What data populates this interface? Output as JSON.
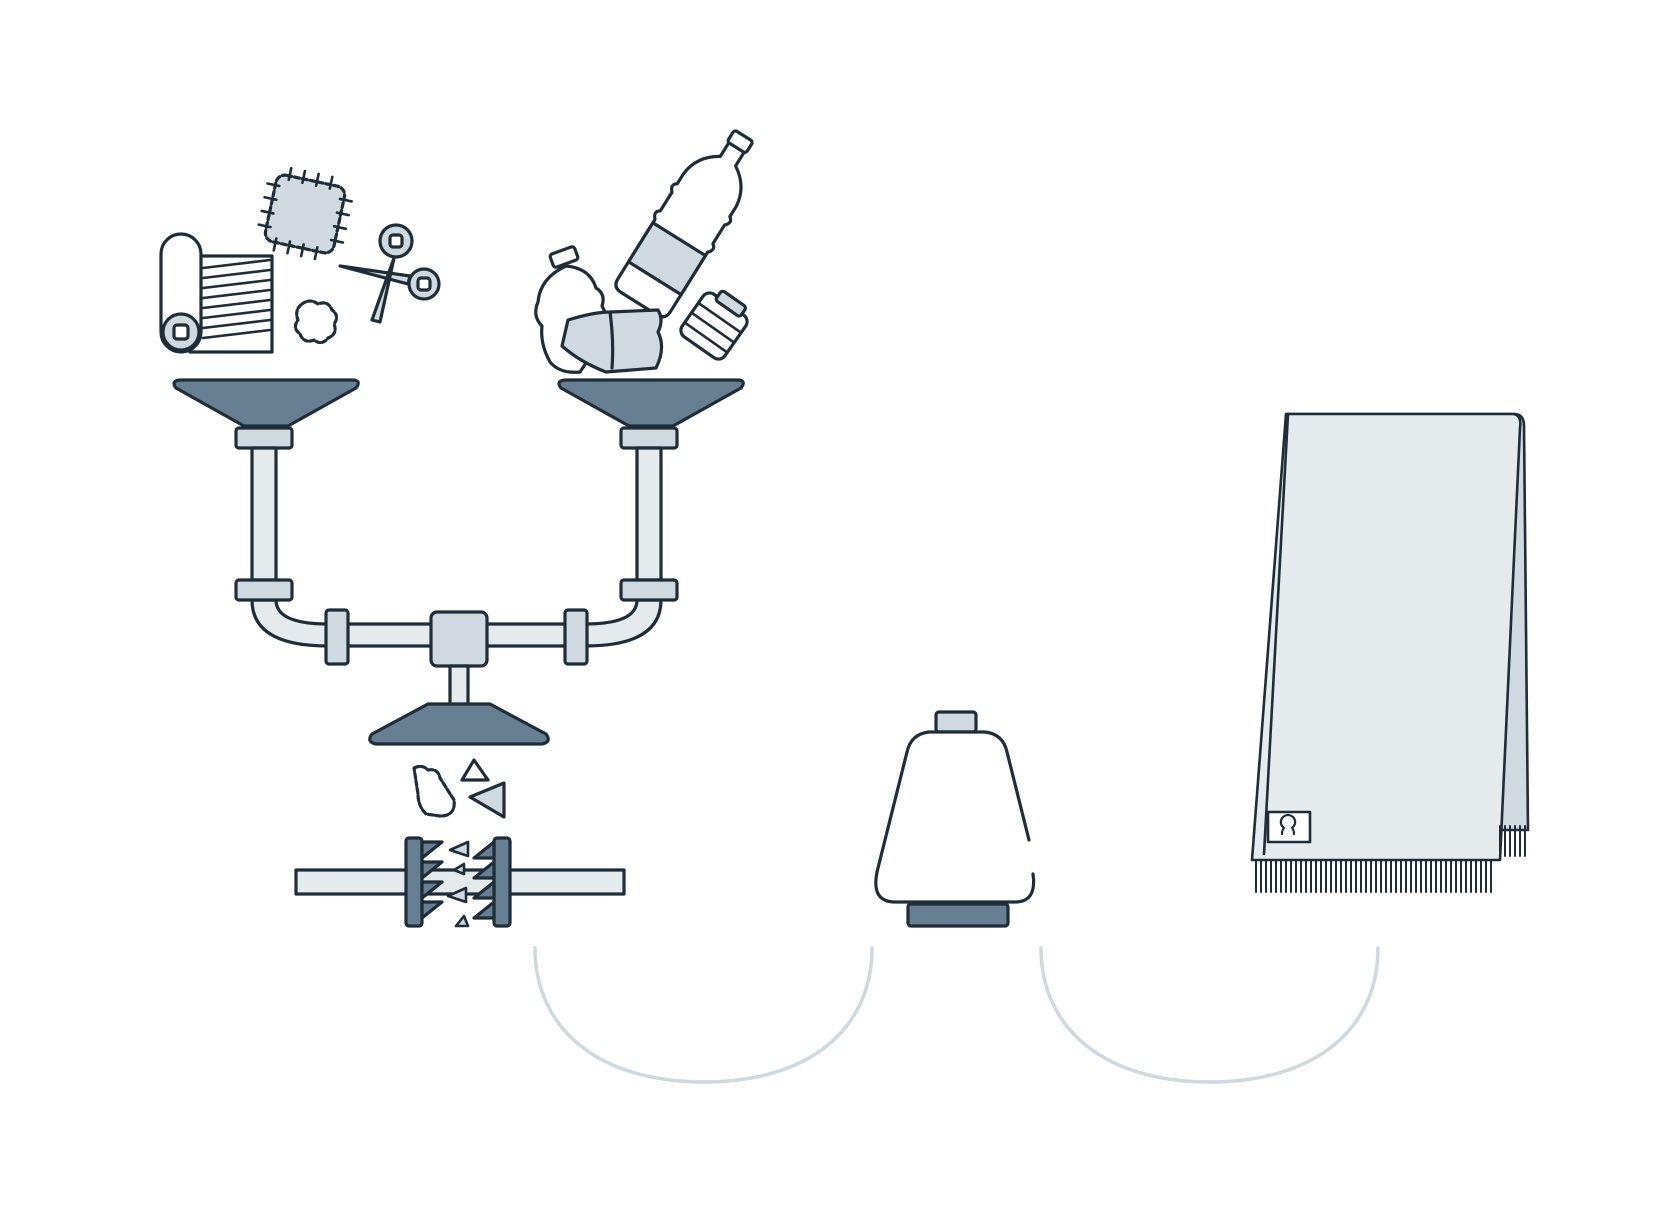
{
  "palette": {
    "ink": "#1e2d38",
    "slate": "#667f93",
    "pale": "#d0d9e0",
    "paler": "#e5eaed",
    "arc": "#cfd8de",
    "background": "#ffffff"
  },
  "stages": [
    {
      "id": "inputs",
      "icons": [
        "fabric-roll-icon",
        "patch-icon",
        "scissors-icon",
        "plastic-bottle-icon",
        "crushed-bottle-icon",
        "bottle-cap-icon"
      ]
    },
    {
      "id": "shredding",
      "icons": [
        "funnel-icon",
        "pipe-icon",
        "shredder-icon",
        "fragments-icon"
      ]
    },
    {
      "id": "spinning",
      "icons": [
        "yarn-cone-icon"
      ]
    },
    {
      "id": "weaving",
      "icons": [
        "scarf-icon",
        "brand-label-icon"
      ]
    }
  ],
  "connectors": [
    "shredder-to-yarn",
    "yarn-to-scarf"
  ]
}
